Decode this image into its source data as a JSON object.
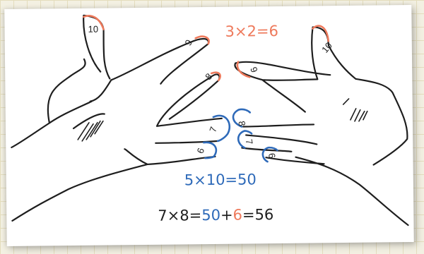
{
  "diagram": {
    "finger_labels": {
      "left_thumb": "10",
      "left_index": "9",
      "left_middle": "8",
      "left_ring": "7",
      "left_pinky": "6",
      "right_thumb": "10",
      "right_index": "9",
      "right_middle": "8",
      "right_ring": "7",
      "right_pinky": "6"
    },
    "top_equation": "3×2=6",
    "middle_equation": "5×10=50",
    "bottom_equation": {
      "lhs": "7×8",
      "eq1": "=",
      "tens": "50",
      "plus": "+",
      "ones": "6",
      "eq2": "=",
      "result": "56"
    },
    "colors": {
      "upper_fingers": "#ee7a5c",
      "lower_fingers": "#2e6ab9",
      "ink": "#1e1e1e"
    }
  }
}
